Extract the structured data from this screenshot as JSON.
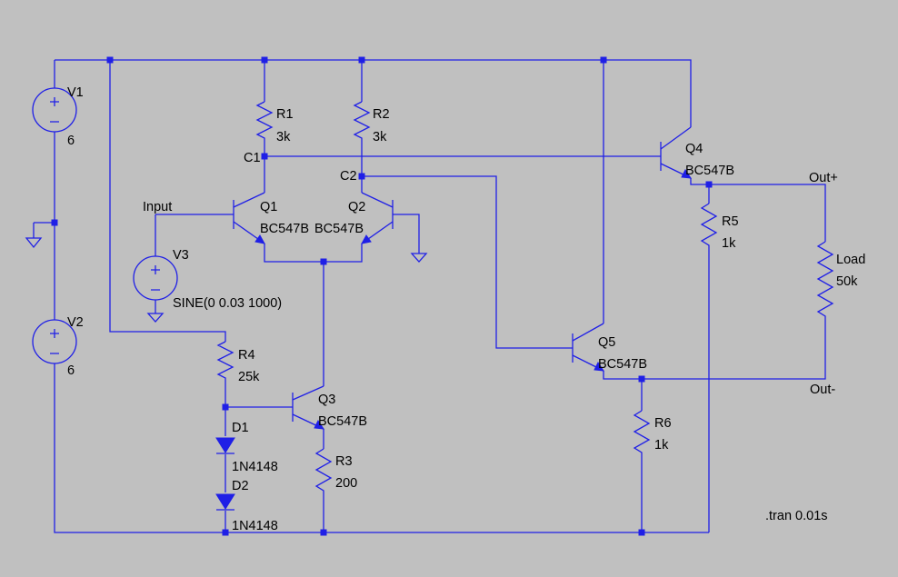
{
  "sources": {
    "v1": {
      "name": "V1",
      "value": "6"
    },
    "v2": {
      "name": "V2",
      "value": "6"
    },
    "v3": {
      "name": "V3",
      "value": "SINE(0 0.03 1000)"
    }
  },
  "resistors": {
    "r1": {
      "name": "R1",
      "value": "3k"
    },
    "r2": {
      "name": "R2",
      "value": "3k"
    },
    "r3": {
      "name": "R3",
      "value": "200"
    },
    "r4": {
      "name": "R4",
      "value": "25k"
    },
    "r5": {
      "name": "R5",
      "value": "1k"
    },
    "r6": {
      "name": "R6",
      "value": "1k"
    },
    "load": {
      "name": "Load",
      "value": "50k"
    }
  },
  "transistors": {
    "q1": {
      "name": "Q1",
      "model": "BC547B"
    },
    "q2": {
      "name": "Q2",
      "model": "BC547B"
    },
    "q3": {
      "name": "Q3",
      "model": "BC547B"
    },
    "q4": {
      "name": "Q4",
      "model": "BC547B"
    },
    "q5": {
      "name": "Q5",
      "model": "BC547B"
    }
  },
  "diodes": {
    "d1": {
      "name": "D1",
      "model": "1N4148"
    },
    "d2": {
      "name": "D2",
      "model": "1N4148"
    }
  },
  "nets": {
    "c1": "C1",
    "c2": "C2",
    "input": "Input",
    "out_plus": "Out+",
    "out_minus": "Out-"
  },
  "directive": ".tran 0.01s",
  "colors": {
    "background": "#c0c0c0",
    "wire": "#1f1fe6",
    "text": "#000000"
  }
}
